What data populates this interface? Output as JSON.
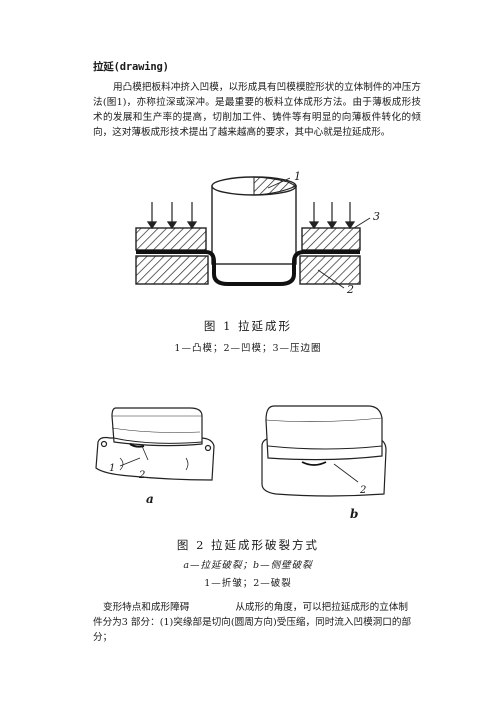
{
  "heading": "拉延(drawing)",
  "intro": "用凸模把板料冲挤入凹模，以形成具有凹模模腔形状的立体制件的冲压方法(图1)，亦称拉深或深冲。是最重要的板料立体成形方法。由于薄板成形技术的发展和生产率的提高，切削加工件、铸件等有明显的向薄板件转化的倾向，这对薄板成形技术提出了越来越高的要求，其中心就是拉延成形。",
  "figure1": {
    "title": "图 1   拉延成形",
    "caption": "1—凸模；2—凹模；3—压边圈",
    "callouts": [
      "1",
      "3",
      "2"
    ]
  },
  "figure2": {
    "title": "图 2   拉延成形破裂方式",
    "caption": "a—拉延破裂；b—侧壁破裂",
    "caption2": "1—折皱；2—破裂",
    "sub_labels": [
      "a",
      "b"
    ],
    "callouts_a": [
      "1",
      "2"
    ],
    "callouts_b": [
      "2"
    ]
  },
  "bottom": {
    "lead": "变形特点和成形障碍",
    "rest1": "从成形的角度，可以把拉延成形的立体制",
    "rest2": "件分为3 部分：(1)突缘部是切向(圆周方向)受压缩，同时流入凹模洞口的部分；"
  }
}
